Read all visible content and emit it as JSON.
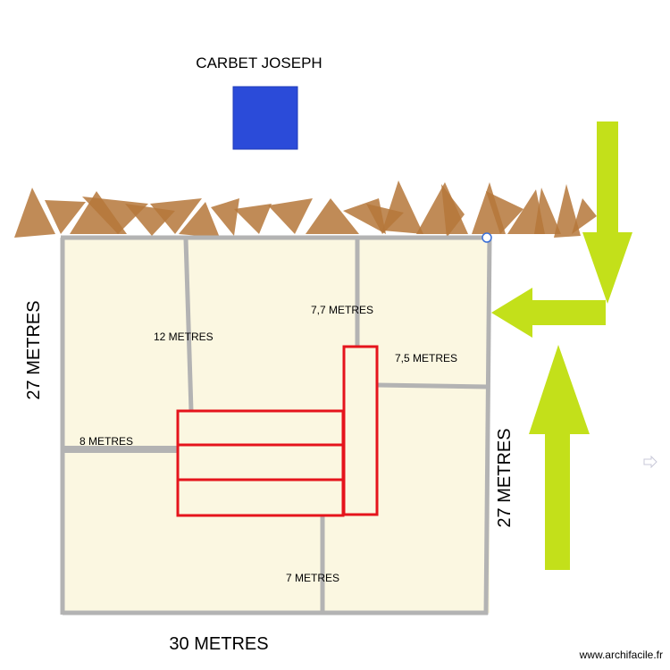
{
  "plan": {
    "title": "CARBET JOSEPH",
    "rooms": [
      {
        "label": "12 METRES"
      },
      {
        "label": "7,7  METRES"
      },
      {
        "label": "7,5  METRES"
      },
      {
        "label": "8  METRES"
      },
      {
        "label": "7 METRES"
      }
    ],
    "dimensions": {
      "left": "27 METRES",
      "right": "27 METRES",
      "bottom": "30 METRES"
    },
    "colors": {
      "floor": "#fbf7e1",
      "wall": "#b3b3b3",
      "partition_outline": "#e5141c",
      "blue_square": "#2b4bd9",
      "roof_triangles": "#b5773a",
      "arrows": "#c3e01a"
    },
    "icons": [
      "roof-triangles-icon",
      "down-arrow-icon",
      "left-arrow-icon",
      "up-arrow-icon",
      "small-arrow-icon",
      "compass-icon"
    ]
  },
  "footer": {
    "watermark": "www.archifacile.fr"
  }
}
